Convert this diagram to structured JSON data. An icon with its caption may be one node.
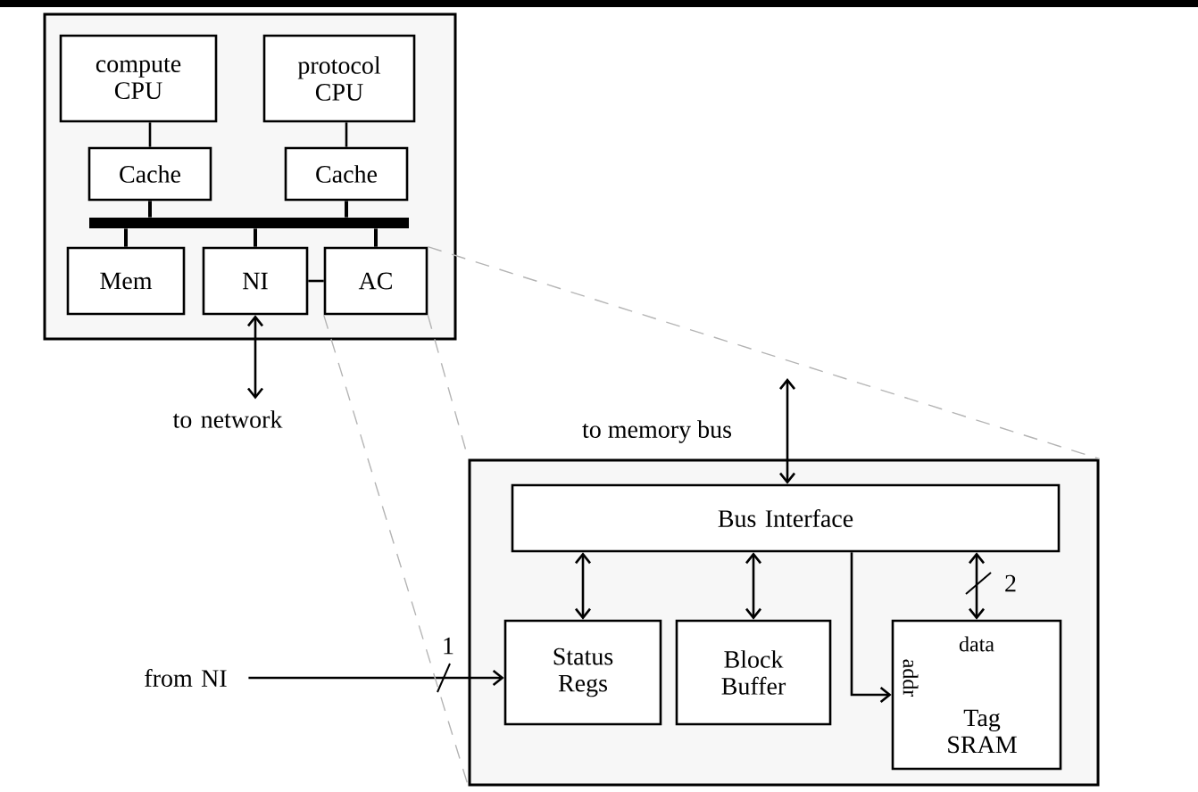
{
  "diagram": {
    "nodes": [
      {
        "text": [],
        "shape": "box"
      },
      {
        "text": [
          "compute CPU"
        ],
        "in": 0
      },
      {
        "text": [
          "protocol CPU"
        ],
        "in": 0
      },
      {
        "text": [
          "Cache"
        ],
        "in": 0
      },
      {
        "text": [
          "Cache"
        ],
        "in": 0
      },
      {
        "text": [],
        "shape": "bar",
        "in": 0
      },
      {
        "text": [
          "Mem"
        ],
        "in": 0
      },
      {
        "text": [
          "NI"
        ],
        "in": 0
      },
      {
        "text": [
          "AC"
        ],
        "in": 0
      },
      {
        "text": [
          "to network"
        ]
      },
      {
        "text": [],
        "shape": "box"
      },
      {
        "text": [
          "Bus Interface"
        ],
        "in": 10
      },
      {
        "text": [
          "Status Regs"
        ],
        "in": 10
      },
      {
        "text": [
          "Block Buffer"
        ],
        "in": 10
      },
      {
        "text": [
          "data",
          "addr",
          "Tag SRAM"
        ],
        "in": 10
      },
      {
        "text": [
          "from NI"
        ]
      }
    ],
    "edges": [
      {
        "from": 1,
        "to": 3,
        "arrow": "none"
      },
      {
        "from": 2,
        "to": 4,
        "arrow": "none"
      },
      {
        "from": 3,
        "to": 5,
        "arrow": "none"
      },
      {
        "from": 4,
        "to": 5,
        "arrow": "none"
      },
      {
        "from": 5,
        "to": 6,
        "arrow": "none"
      },
      {
        "from": 5,
        "to": 7,
        "arrow": "none"
      },
      {
        "from": 5,
        "to": 8,
        "arrow": "none"
      },
      {
        "from": 7,
        "to": 8,
        "arrow": "none"
      },
      {
        "from": 7,
        "to": 9,
        "arrow": "both"
      },
      {
        "from": null,
        "to": 11,
        "arrow": "both",
        "label": "to memory bus"
      },
      {
        "from": 11,
        "to": 12,
        "arrow": "both"
      },
      {
        "from": 11,
        "to": 13,
        "arrow": "both"
      },
      {
        "from": 11,
        "to": 14,
        "arrow": "both",
        "label": "2"
      },
      {
        "from": 11,
        "to": 14,
        "arrow": "to"
      },
      {
        "from": 15,
        "to": 12,
        "arrow": "to",
        "label": "1"
      },
      {
        "from": 8,
        "to": 10,
        "arrow": "none",
        "style": "dashed",
        "color": "#b4b4b4"
      },
      {
        "from": 8,
        "to": 10,
        "arrow": "none",
        "style": "dashed",
        "color": "#b4b4b4"
      },
      {
        "from": 8,
        "to": 10,
        "arrow": "none",
        "style": "dashed",
        "color": "#b4b4b4"
      }
    ]
  }
}
